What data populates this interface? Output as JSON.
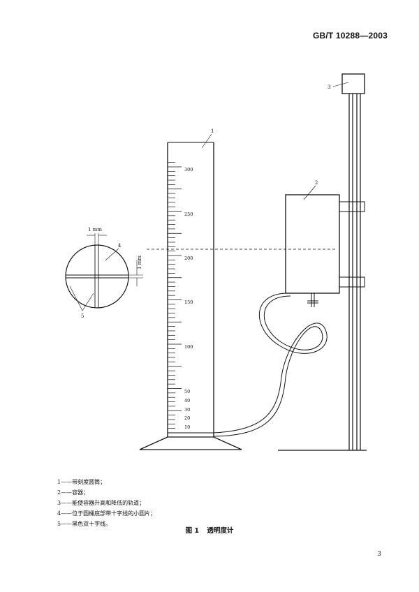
{
  "header": {
    "standard_no": "GB/T 10288—2003"
  },
  "figure": {
    "callouts": [
      "1",
      "2",
      "3",
      "4",
      "5"
    ],
    "scale_labels": [
      "300",
      "250",
      "200",
      "150",
      "100",
      "50",
      "40",
      "30",
      "20",
      "10"
    ],
    "dim_horizontal": "1 mm",
    "dim_vertical": "1 mm"
  },
  "legend": [
    {
      "num": "1",
      "sep": "——",
      "text": "带刻度圆筒；"
    },
    {
      "num": "2",
      "sep": "——",
      "text": "容器；"
    },
    {
      "num": "3",
      "sep": "——",
      "text": "能使容器升高和降低的轨道；"
    },
    {
      "num": "4",
      "sep": "——",
      "text": "位于圆桶底部带十字线的小圆片；"
    },
    {
      "num": "5",
      "sep": "——",
      "text": "黑色双十字线。"
    }
  ],
  "caption": {
    "fig_no": "图 1",
    "title": "透明度计"
  },
  "page_number": "3"
}
